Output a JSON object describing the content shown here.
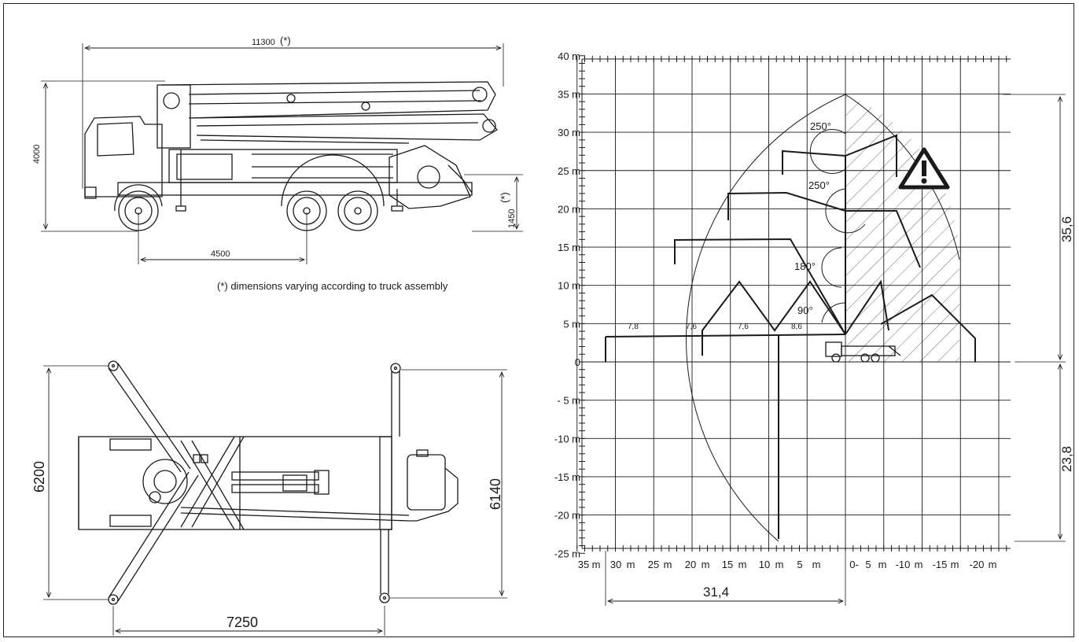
{
  "side_view": {
    "dim_length": "11300",
    "dim_length_note": "(*)",
    "dim_height": "4000",
    "dim_wheelbase": "4500",
    "dim_rear": "1450",
    "dim_rear_note": "(*)"
  },
  "footnote": "(*) dimensions varying according to truck assembly",
  "top_view": {
    "dim_outrigger_front": "6200",
    "dim_outrigger_rear": "6140",
    "dim_outrigger_span": "7250"
  },
  "reach_diagram": {
    "y_ticks": [
      "40 m",
      "35 m",
      "30 m",
      "25 m",
      "20 m",
      "15 m",
      "10 m",
      "5 m",
      "0",
      "- 5 m",
      "-10 m",
      "-15 m",
      "-20 m",
      "-25 m"
    ],
    "x_ticks": [
      "35",
      "m",
      "30",
      "m",
      "25",
      "m",
      "20",
      "m",
      "15",
      "m",
      "10",
      "m",
      "5",
      "m",
      "0-",
      "5",
      "m",
      "-10",
      "m",
      "-15",
      "m",
      "-20",
      "m"
    ],
    "angles": [
      "250°",
      "250°",
      "180°",
      "90°"
    ],
    "section_lengths": [
      "7,8",
      "7,6",
      "7,6",
      "8,6"
    ],
    "dim_max_height": "35,6",
    "dim_max_depth": "23,8",
    "dim_max_reach": "31,4"
  }
}
